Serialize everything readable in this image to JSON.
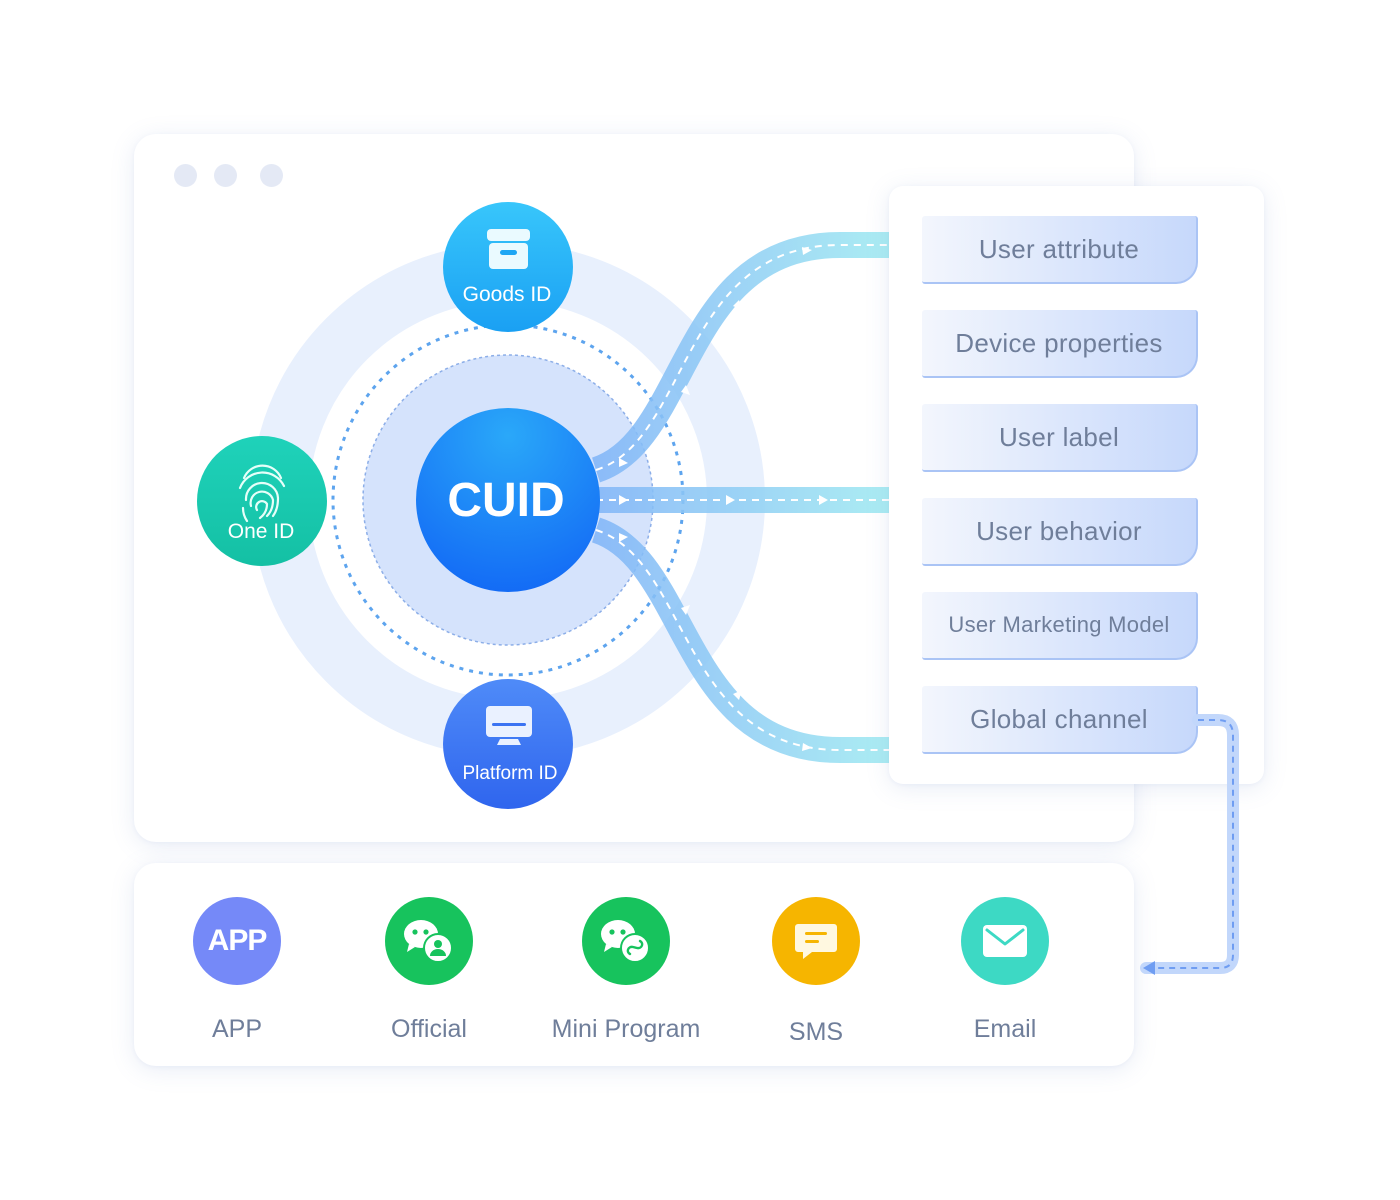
{
  "center": {
    "label": "CUID"
  },
  "nodes": {
    "goods": {
      "label": "Goods ID",
      "icon": "archive-box-icon",
      "color": "#2bb3f6"
    },
    "one": {
      "label": "One ID",
      "icon": "fingerprint-icon",
      "color": "#19cbb1"
    },
    "platform": {
      "label": "Platform ID",
      "icon": "monitor-icon",
      "color": "#3f78f4"
    }
  },
  "attributes": [
    {
      "label": "User attribute"
    },
    {
      "label": "Device properties"
    },
    {
      "label": "User label"
    },
    {
      "label": "User behavior"
    },
    {
      "label": "User Marketing Model"
    },
    {
      "label": "Global channel"
    }
  ],
  "channels": [
    {
      "label": "APP",
      "badge": "APP",
      "icon": "app-icon",
      "color": "#7286f8"
    },
    {
      "label": "Official",
      "icon": "wechat-official-icon",
      "color": "#17c35d"
    },
    {
      "label": "Mini Program",
      "icon": "wechat-mini-program-icon",
      "color": "#17c35d"
    },
    {
      "label": "SMS",
      "icon": "message-icon",
      "color": "#f6b500"
    },
    {
      "label": "Email",
      "icon": "envelope-icon",
      "color": "#3dd9c4"
    }
  ]
}
